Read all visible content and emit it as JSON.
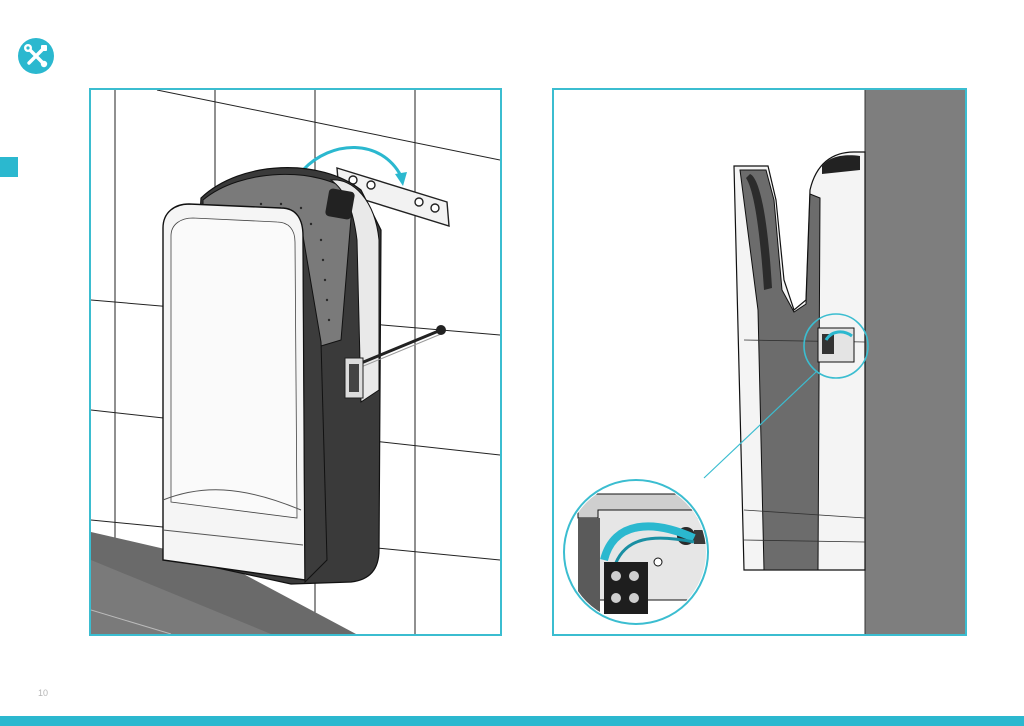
{
  "page": {
    "number": "10",
    "accent_color": "#2bb8cf"
  },
  "icons": {
    "header_icon": "tools-icon",
    "section_marker": "square-marker"
  },
  "figures": [
    {
      "id": "left",
      "depicts": "hand-dryer-mounting-bracket"
    },
    {
      "id": "right",
      "depicts": "hand-dryer-side-view-with-cable-detail"
    }
  ]
}
